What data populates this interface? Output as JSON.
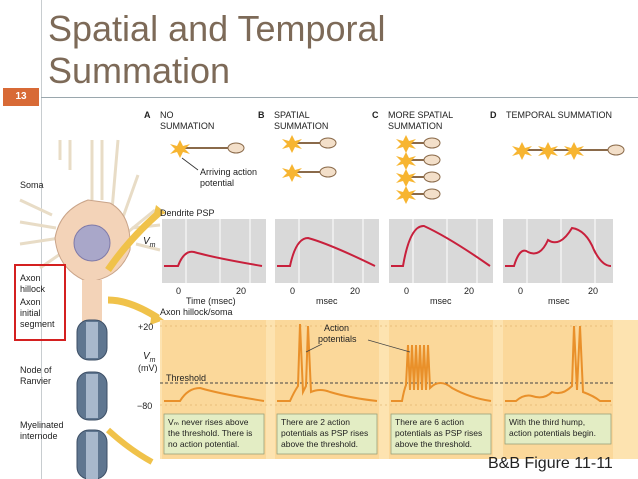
{
  "slide": {
    "title_line1": "Spatial and Temporal",
    "title_line2": "Summation",
    "number": "13",
    "caption": "B&B Figure 11-11"
  },
  "figure": {
    "panels": [
      {
        "letter": "A",
        "line1": "NO",
        "line2": "SUMMATION"
      },
      {
        "letter": "B",
        "line1": "SPATIAL",
        "line2": "SUMMATION"
      },
      {
        "letter": "C",
        "line1": "MORE SPATIAL",
        "line2": "SUMMATION"
      },
      {
        "letter": "D",
        "line1": "TEMPORAL SUMMATION",
        "line2": ""
      }
    ],
    "arriving_label_1": "Arriving action",
    "arriving_label_2": "potential",
    "neuron_labels": {
      "soma": "Soma",
      "axon_hillock_1": "Axon",
      "axon_hillock_2": "hillock",
      "axon_initial_1": "Axon",
      "axon_initial_2": "initial",
      "axon_initial_3": "segment",
      "node_1": "Node of",
      "node_2": "Ranvier",
      "myelin_1": "Myelinated",
      "myelin_2": "internode"
    },
    "dendrite_psp": "Dendrite PSP",
    "axon_hillock_soma": "Axon hillock/soma",
    "vm": "V",
    "vm_sub": "m",
    "vm_unit": "(mV)",
    "y_plus20": "+20",
    "y_minus80": "−80",
    "threshold": "Threshold",
    "action_potentials_1": "Action",
    "action_potentials_2": "potentials",
    "time_labels": {
      "a_0": "0",
      "a_20": "20",
      "a_axis": "Time (msec)",
      "b_0": "0",
      "b_20": "20",
      "b_axis": "msec",
      "c_0": "0",
      "c_20": "20",
      "c_axis": "msec",
      "d_0": "0",
      "d_20": "20",
      "d_axis": "msec"
    },
    "notes": [
      {
        "l1": "Vₘ never rises above",
        "l2": "the threshold. There is",
        "l3": "no action potential."
      },
      {
        "l1": "There are 2 action",
        "l2": "potentials as PSP rises",
        "l3": "above the threshold."
      },
      {
        "l1": "There are 6 action",
        "l2": "potentials as PSP rises",
        "l3": "above the threshold."
      },
      {
        "l1": "With the third hump,",
        "l2": "action potentials begin.",
        "l3": ""
      }
    ]
  },
  "colors": {
    "accent": "#d86a36",
    "title": "#7d6a58",
    "psp_trace": "#c8203c",
    "hillock_bg": "#fbd89a",
    "trace_orange": "#e9902a",
    "note_bg": "#e3edc4"
  }
}
